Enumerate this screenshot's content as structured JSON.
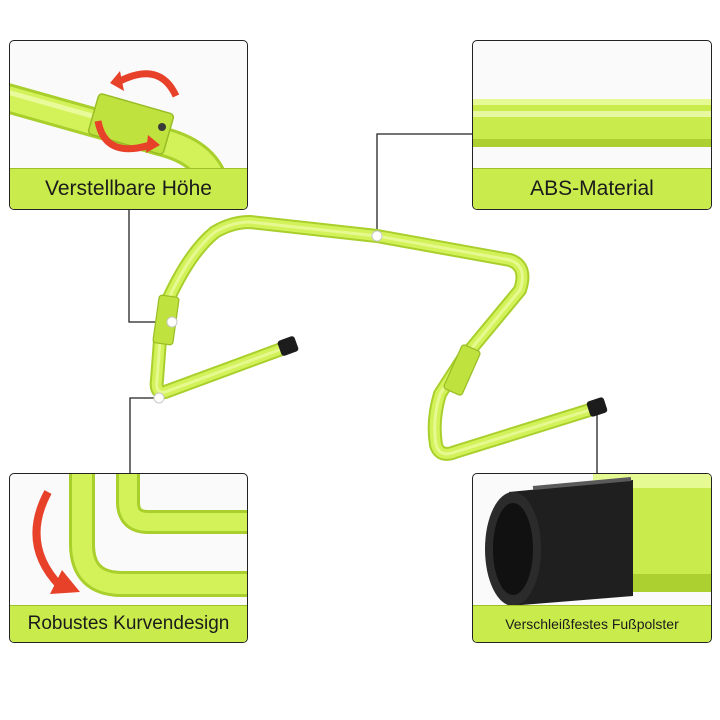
{
  "callouts": {
    "top_left": {
      "label": "Verstellbare Höhe"
    },
    "top_right": {
      "label": "ABS-Material"
    },
    "bottom_left": {
      "label": "Robustes Kurvendesign"
    },
    "bottom_right": {
      "label": "Verschleißfestes Fußpolster"
    }
  },
  "colors": {
    "tube": "#c9ec4c",
    "tube_dark": "#a9cf2c",
    "label_bar": "#c9ec4c",
    "arrow": "#e8412a",
    "foot_cap": "#1c1c1c",
    "leader_line": "#222222"
  },
  "icons": [
    "rotate-arrows-icon",
    "curved-arrow-icon"
  ]
}
